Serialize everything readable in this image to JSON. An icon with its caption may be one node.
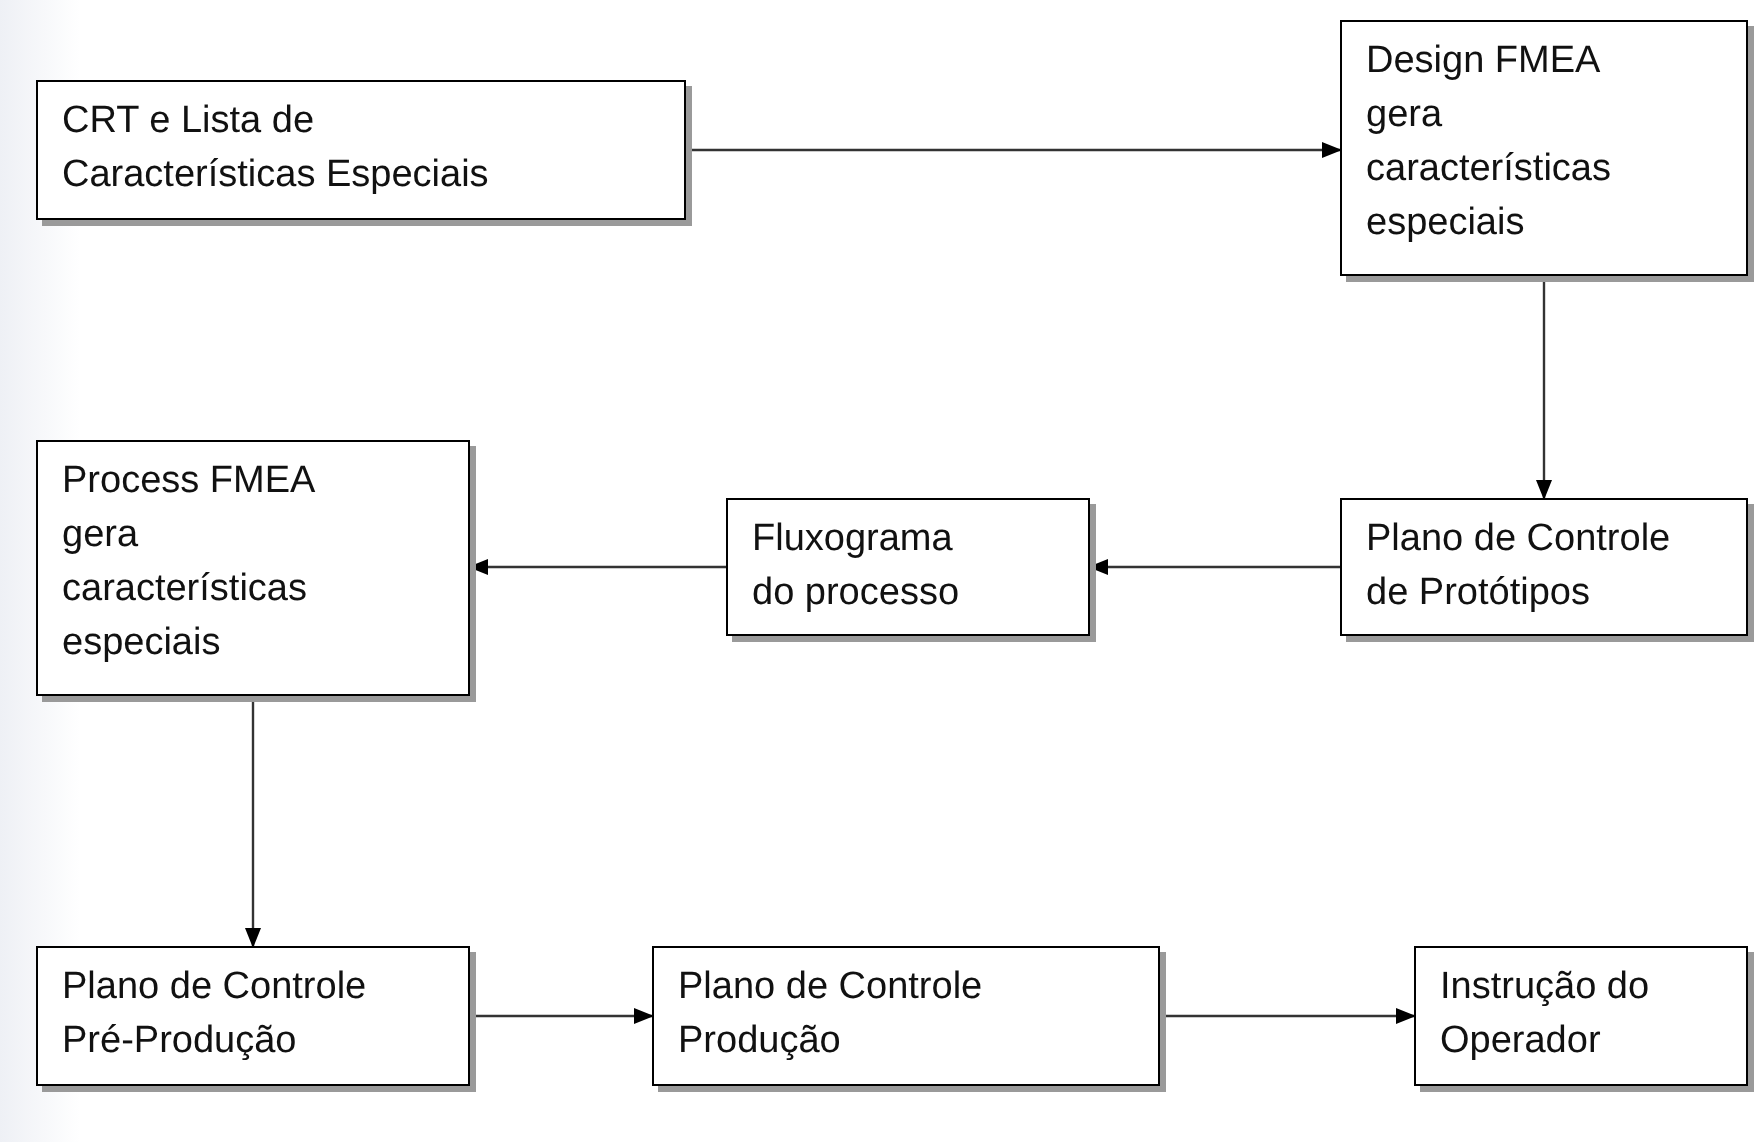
{
  "diagram": {
    "nodes": [
      {
        "text": [
          "CRT e Lista de Características Especiais"
        ]
      },
      {
        "text": [
          "Design FMEA gera características especiais"
        ]
      },
      {
        "text": [
          "Plano de Controle de Protótipos"
        ]
      },
      {
        "text": [
          "Fluxograma do processo"
        ]
      },
      {
        "text": [
          "Process FMEA gera características especiais"
        ]
      },
      {
        "text": [
          "Plano de Controle Pré-Produção"
        ]
      },
      {
        "text": [
          "Plano de Controle Produção"
        ]
      },
      {
        "text": [
          "Instrução do Operador"
        ]
      }
    ],
    "edges": [
      {
        "from": 0,
        "to": 1,
        "arrow": "to"
      },
      {
        "from": 1,
        "to": 2,
        "arrow": "to"
      },
      {
        "from": 2,
        "to": 3,
        "arrow": "to"
      },
      {
        "from": 3,
        "to": 4,
        "arrow": "to"
      },
      {
        "from": 4,
        "to": 5,
        "arrow": "to"
      },
      {
        "from": 5,
        "to": 6,
        "arrow": "to"
      },
      {
        "from": 6,
        "to": 7,
        "arrow": "to"
      }
    ]
  }
}
